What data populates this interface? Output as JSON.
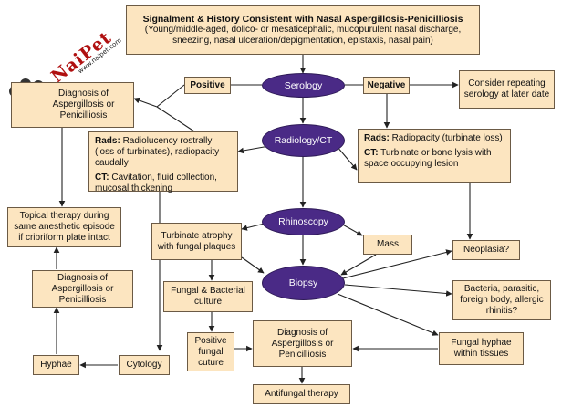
{
  "watermark": {
    "brand": "NaiPet",
    "url": "www.naipet.com"
  },
  "boxes": {
    "signalment": "Signalment & History Consistent with Nasal Aspergillosis-Penicilliosis",
    "signalment_detail": "(Young/middle-aged, dolico- or mesaticephalic, mucopurulent nasal discharge, sneezing, nasal ulceration/depigmentation, epistaxis, nasal pain)",
    "positive": "Positive",
    "negative": "Negative",
    "diagnosis_top": "Diagnosis of Aspergillosis or Penicilliosis",
    "consider_repeat": "Consider repeating serology at later date",
    "rads_pos_label": "Rads:",
    "rads_pos_text": "Radiolucency rostrally (loss of turbinates), radiopacity caudally",
    "ct_pos_label": "CT:",
    "ct_pos_text": "Cavitation, fluid collection, mucosal thickening",
    "rads_neg_label": "Rads:",
    "rads_neg_text": "Radiopacity (turbinate loss)",
    "ct_neg_label": "CT:",
    "ct_neg_text": "Turbinate or bone lysis with space occupying lesion",
    "topical_therapy": "Topical therapy during same anesthetic episode if cribriform plate intact",
    "turbinate_atrophy": "Turbinate atrophy with fungal plaques",
    "mass": "Mass",
    "neoplasia": "Neoplasia?",
    "diagnosis_mid": "Diagnosis of Aspergillosis or Penicilliosis",
    "fungal_culture": "Fungal & Bacterial culture",
    "bacteria_etc": "Bacteria, parasitic, foreign body, allergic rhinitis?",
    "positive_fungal": "Positive fungal cuture",
    "diagnosis_bottom": "Diagnosis of Aspergillosis or Penicilliosis",
    "fungal_hyphae": "Fungal hyphae within tissues",
    "hyphae": "Hyphae",
    "cytology": "Cytology",
    "antifungal": "Antifungal therapy"
  },
  "ovals": {
    "serology": "Serology",
    "radiology": "Radiology/CT",
    "rhinoscopy": "Rhinoscopy",
    "biopsy": "Biopsy"
  },
  "colors": {
    "box_fill": "#fce5c0",
    "box_border": "#6b5a45",
    "oval_fill": "#4a2a86",
    "arrow": "#222222",
    "watermark": "#b01010"
  }
}
